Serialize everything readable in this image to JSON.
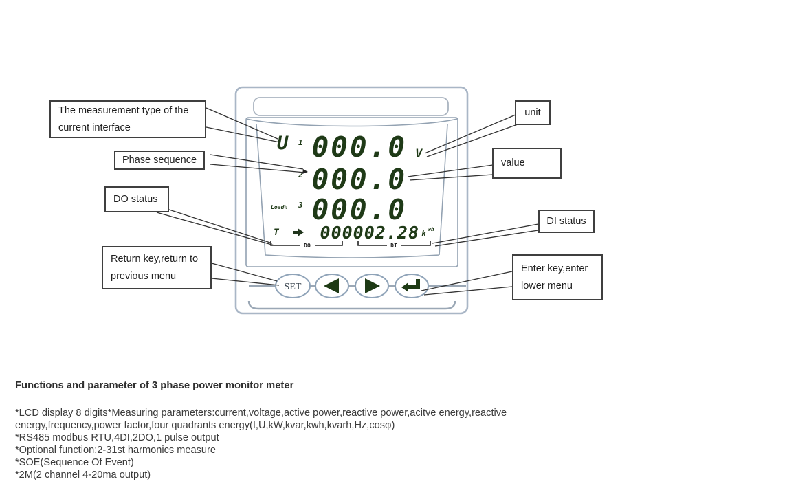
{
  "callouts": {
    "measurement_type": {
      "line1": "The measurement type of the",
      "line2": "current interface"
    },
    "phase_sequence": {
      "label": "Phase sequence"
    },
    "do_status": {
      "label": "DO status"
    },
    "return_key": {
      "line1": "Return key,return to",
      "line2": "previous menu"
    },
    "unit": {
      "label": "unit"
    },
    "value": {
      "label": "value"
    },
    "di_status": {
      "label": "DI status"
    },
    "enter_key": {
      "line1": "Enter  key,enter",
      "line2": "lower menu"
    }
  },
  "meter": {
    "lcd": {
      "row1": {
        "type": "U",
        "index": "1",
        "value": "000.0",
        "unit": "V"
      },
      "row2": {
        "index": "2",
        "value": "000.0"
      },
      "row3": {
        "index": "3",
        "label": "Load%",
        "value": "000.0"
      },
      "row4": {
        "label": "T",
        "value": "000002.28",
        "unit_k": "k",
        "unit_wh": "wh"
      },
      "do_label": "DO",
      "di_label": "DI"
    },
    "buttons": {
      "set_label": "SET"
    }
  },
  "description": {
    "title": "Functions and parameter of 3 phase power monitor meter",
    "lines": [
      "*LCD display 8 digits*Measuring parameters:current,voltage,active power,reactive power,acitve energy,reactive",
      "energy,frequency,power factor,four quadrants energy(I,U,kW,kvar,kwh,kvarh,Hz,cosφ)",
      "*RS485 modbus RTU,4DI,2DO,1 pulse output",
      "*Optional function:2-31st harmonics measure",
      "*SOE(Sequence Of Event)",
      "*2M(2 channel 4-20ma output)"
    ]
  },
  "colors": {
    "lcd_segment": "#1f3a17",
    "frame": "#a9b6c6",
    "bezel_line": "#93a2b2",
    "callout_border": "#3f3f3f",
    "leader_line": "#333333",
    "body_text": "#3b3b3b"
  }
}
